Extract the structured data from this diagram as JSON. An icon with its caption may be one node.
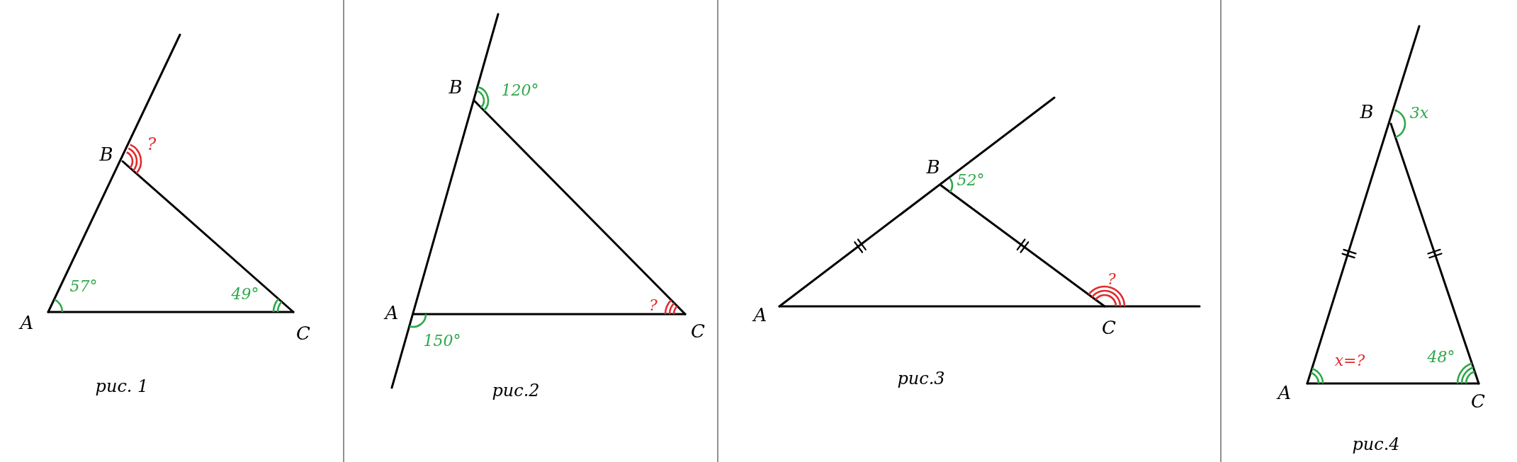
{
  "diagram": {
    "labels": [
      "B",
      "?",
      "57°",
      "49°",
      "A",
      "C",
      "рис. 1",
      "B",
      "120°",
      "?",
      "A",
      "C",
      "150°",
      "рис.2",
      "B",
      "52°",
      "?",
      "A",
      "C",
      "рис.3",
      "B",
      "3x",
      "x=?",
      "48°",
      "A",
      "C",
      "рис.4"
    ]
  }
}
